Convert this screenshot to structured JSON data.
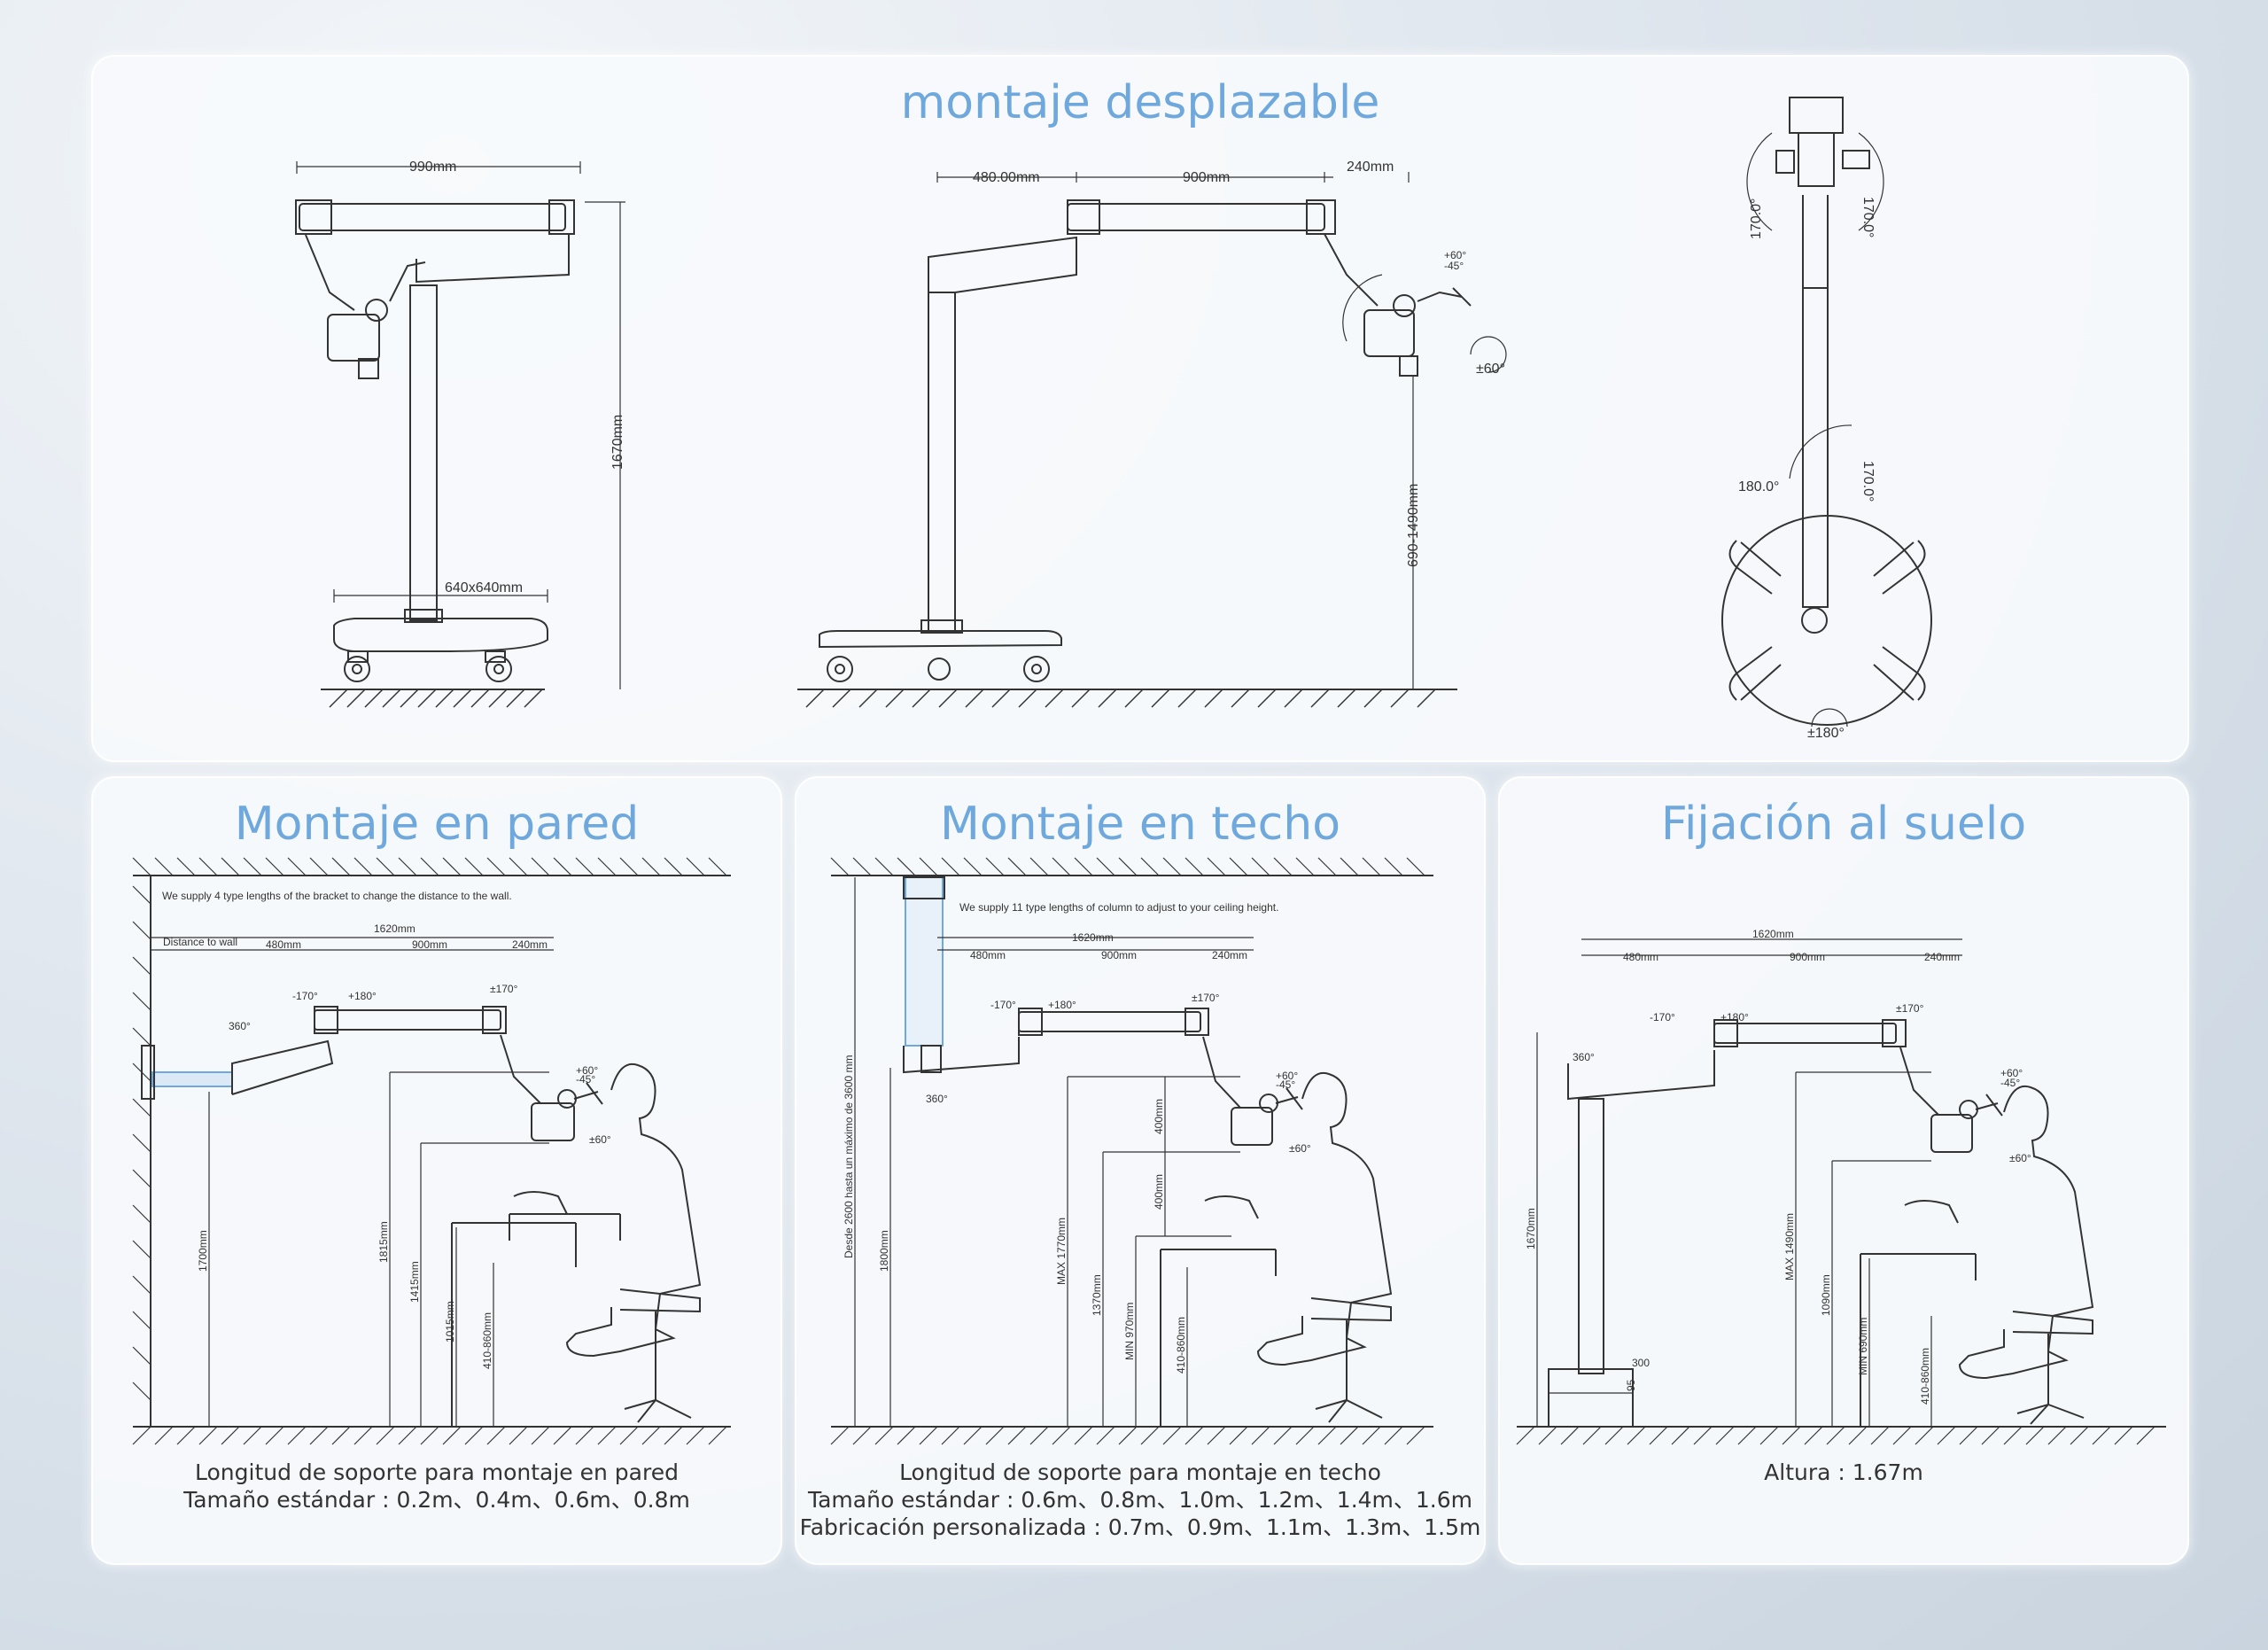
{
  "top": {
    "title": "montaje desplazable",
    "side": {
      "width": "990mm",
      "height": "1670mm",
      "base": "640x640mm"
    },
    "front": {
      "d1": "480.00mm",
      "d2": "900mm",
      "d3": "240mm",
      "height": "690-1490mm",
      "tilt_up": "+60°",
      "tilt_down": "-45°",
      "rot": "±60°"
    },
    "topview": {
      "a1": "170.0°",
      "a2": "170.0°",
      "a3": "180.0°",
      "a4": "170.0°",
      "a5": "±180°"
    }
  },
  "wall": {
    "title": "Montaje en pared",
    "note": "We supply 4 type lengths of the bracket to change the distance to the wall.",
    "dims": {
      "total": "1620mm",
      "distance": "Distance to wall",
      "d1": "480mm",
      "d2": "900mm",
      "d3": "240mm",
      "a1": "-170°",
      "a2": "+180°",
      "a3": "±170°",
      "a4": "360°",
      "tilt_up": "+60°",
      "tilt_down": "-45°",
      "rot": "±60°",
      "h1": "1700mm",
      "h2": "1815mm",
      "h3": "1415mm",
      "h4": "1015mm",
      "h5": "410-860mm"
    },
    "caption_line1": "Longitud de soporte para montaje en pared",
    "caption_line2": "Tamaño estándar : 0.2m、0.4m、0.6m、0.8m"
  },
  "ceiling": {
    "title": "Montaje en techo",
    "note": "We supply 11 type lengths of column to adjust to your ceiling height.",
    "dims": {
      "total": "1620mm",
      "d1": "480mm",
      "d2": "900mm",
      "d3": "240mm",
      "a1": "-170°",
      "a2": "+180°",
      "a3": "±170°",
      "a4": "360°",
      "tilt_up": "+60°",
      "tilt_down": "-45°",
      "rot": "±60°",
      "h1": "Desde 2600 hasta un máximo de 3600 mm",
      "h2": "1800mm",
      "h3": "MAX 1770mm",
      "h4": "1370mm",
      "h5": "MIN 970mm",
      "h6": "410-860mm",
      "h7": "400mm",
      "h8": "400mm"
    },
    "caption_line1": "Longitud de soporte para montaje en techo",
    "caption_line2": "Tamaño estándar : 0.6m、0.8m、1.0m、1.2m、1.4m、1.6m",
    "caption_line3": "Fabricación personalizada : 0.7m、0.9m、1.1m、1.3m、1.5m"
  },
  "floor": {
    "title": "Fijación al suelo",
    "dims": {
      "total": "1620mm",
      "d1": "480mm",
      "d2": "900mm",
      "d3": "240mm",
      "a1": "-170°",
      "a2": "+180°",
      "a3": "±170°",
      "a4": "360°",
      "tilt_up": "+60°",
      "tilt_down": "-45°",
      "rot": "±60°",
      "h1": "1670mm",
      "h2": "MAX 1490mm",
      "h3": "1090mm",
      "h4": "MIN 690mm",
      "h5": "410-860mm",
      "b1": "300",
      "b2": "95"
    },
    "caption_line1": "Altura : 1.67m"
  },
  "colors": {
    "title": "#6ea8dc",
    "line": "#333333",
    "accent": "#6fa8dc"
  }
}
